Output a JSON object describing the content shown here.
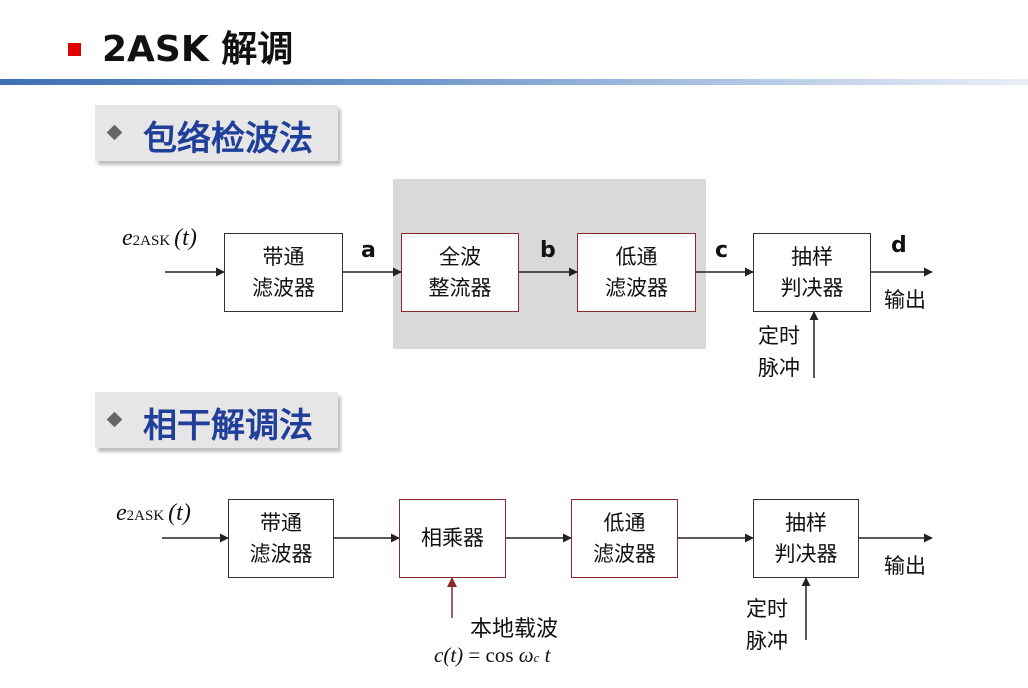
{
  "title": "2ASK 解调",
  "sections": [
    {
      "label": "包络检波法"
    },
    {
      "label": "相干解调法"
    }
  ],
  "input_signal": {
    "base": "e",
    "sub": "2ASK",
    "arg": "(t)"
  },
  "envelope": {
    "blocks": [
      "带通\n滤波器",
      "全波\n整流器",
      "低通\n滤波器",
      "抽样\n判决器"
    ],
    "signals": [
      "a",
      "b",
      "c",
      "d"
    ],
    "output_label": "输出",
    "timing_label": "定时\n脉冲"
  },
  "coherent": {
    "blocks": [
      "带通\n滤波器",
      "相乘器",
      "低通\n滤波器",
      "抽样\n判决器"
    ],
    "output_label": "输出",
    "timing_label": "定时\n脉冲",
    "carrier_label": "本地载波",
    "carrier_formula": {
      "lhs": "c(t)",
      "eq": "=",
      "func": "cos",
      "omega": "ω",
      "sub": "c",
      "var": "t"
    }
  },
  "colors": {
    "accent_red": "#e00000",
    "section_blue": "#1f3f9a",
    "block_red": "#8b2a2a",
    "shade_gray": "#d9d9d9"
  }
}
